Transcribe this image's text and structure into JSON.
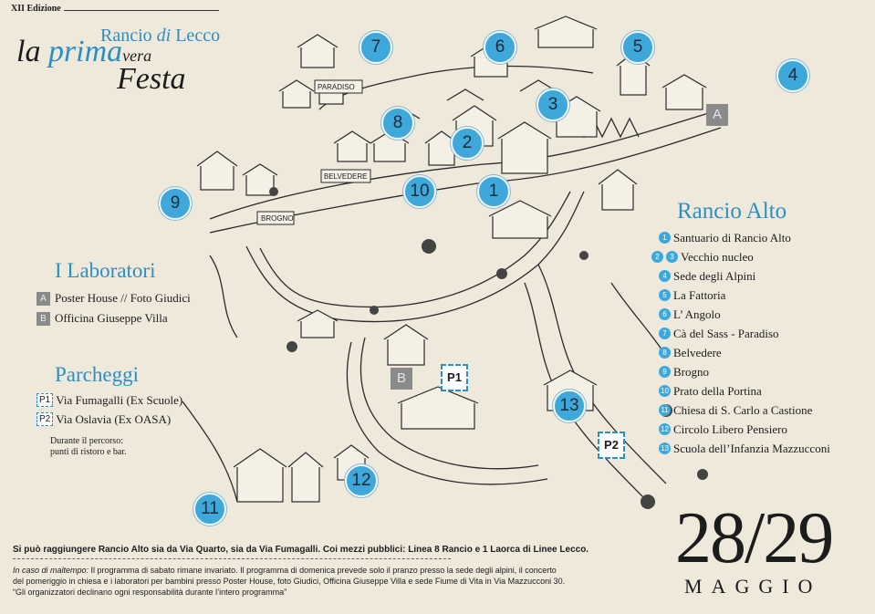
{
  "header": {
    "edition": "XII Edizione",
    "subtitle_prefix": "Rancio ",
    "subtitle_italic": "di",
    "subtitle_suffix": " Lecco",
    "title_part1": "la ",
    "title_part2": "prima",
    "title_part3": "vera",
    "title_line2": "Festa"
  },
  "map_labels": {
    "paradiso": "PARADISO",
    "belvedere": "BELVEDERE",
    "brogno": "BROGNO"
  },
  "map_markers": {
    "m1": "1",
    "m2": "2",
    "m3": "3",
    "m4": "4",
    "m5": "5",
    "m6": "6",
    "m7": "7",
    "m8": "8",
    "m9": "9",
    "m10": "10",
    "m11": "11",
    "m12": "12",
    "m13": "13"
  },
  "map_squares": {
    "A": "A",
    "B": "B"
  },
  "map_parking": {
    "P1": "P1",
    "P2": "P2"
  },
  "rancio_alto": {
    "title": "Rancio Alto",
    "items": [
      {
        "num": "1",
        "label": "Santuario di Rancio Alto"
      },
      {
        "num": "2",
        "num2": "3",
        "label": "Vecchio nucleo"
      },
      {
        "num": "4",
        "label": "Sede degli Alpini"
      },
      {
        "num": "5",
        "label": "La Fattoria"
      },
      {
        "num": "6",
        "label": "L’ Angolo"
      },
      {
        "num": "7",
        "label": "Cà del Sass - Paradiso"
      },
      {
        "num": "8",
        "label": "Belvedere"
      },
      {
        "num": "9",
        "label": "Brogno"
      },
      {
        "num": "10",
        "label": "Prato della Portina"
      },
      {
        "num": "11",
        "label": "Chiesa di S. Carlo a Castione"
      },
      {
        "num": "12",
        "label": "Circolo Libero Pensiero"
      },
      {
        "num": "13",
        "label": "Scuola dell’Infanzia Mazzucconi"
      }
    ]
  },
  "laboratori": {
    "title": "I Laboratori",
    "items": [
      {
        "badge": "A",
        "label": "Poster House // Foto Giudici"
      },
      {
        "badge": "B",
        "label": "Officina Giuseppe Villa"
      }
    ]
  },
  "parcheggi": {
    "title": "Parcheggi",
    "items": [
      {
        "badge": "P1",
        "label": "Via Fumagalli (Ex Scuole)"
      },
      {
        "badge": "P2",
        "label": "Via Oslavia (Ex OASA)"
      }
    ],
    "note_line1": "Durante il percorso:",
    "note_line2": "punti di ristoro e bar."
  },
  "footer": {
    "reach": "Si può raggiungere Rancio Alto sia da Via Quarto, sia da Via Fumagalli. Coi mezzi pubblici: Linea 8 Rancio e 1 Laorca di Linee Lecco.",
    "bad_weather_label": "In caso di maltempo:",
    "bad_weather_text": " Il programma di sabato rimane invariato. Il programma di domenica prevede solo il pranzo presso la sede degli alpini, il concerto",
    "bad_weather_line2": "del pomeriggio in chiesa e i laboratori per bambini presso Poster House, foto Giudici, Officina Giuseppe Villa e sede Fiume di Vita in Via Mazzucconi 30.",
    "disclaimer": "“Gli organizzatori declinano ogni responsabilità durante l’intero programma”"
  },
  "date": {
    "days": "28/29",
    "month": "MAGGIO"
  },
  "colors": {
    "accent": "#2b8fc4",
    "marker": "#3ea8db",
    "paper": "#efe9dc",
    "lab_badge": "#8a8a8a"
  }
}
